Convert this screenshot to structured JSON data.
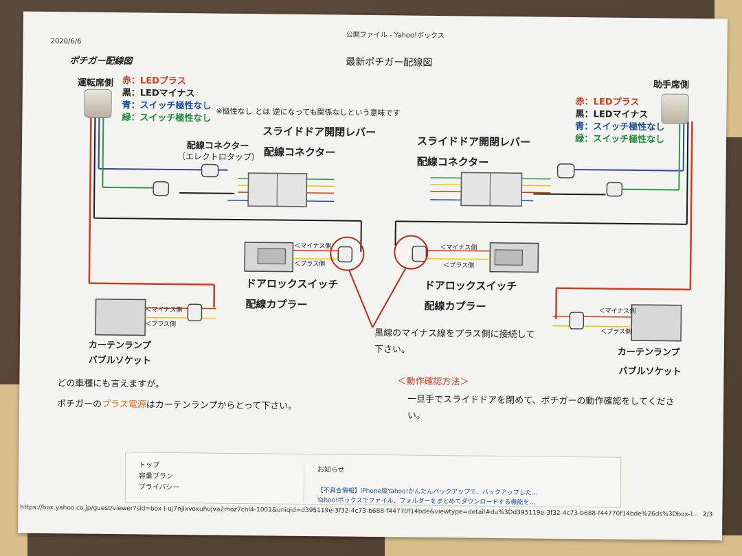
{
  "header": {
    "date": "2020/6/6",
    "page_title": "公開ファイル - Yahoo!ボックス",
    "left_title": "ポチガー配線図",
    "main_title": "最新ポチガー配線図"
  },
  "legend_left": {
    "red": "赤：LEDプラス",
    "black": "黒：LEDマイナス",
    "blue": "青：スイッチ極性なし",
    "green": "緑：スイッチ極性なし"
  },
  "legend_right": {
    "red": "赤：LEDプラス",
    "black": "黒：LEDマイナス",
    "blue": "青：スイッチ極性なし",
    "green": "緑：スイッチ極性なし"
  },
  "note_polarity": "※極性なし とは 逆になっても関係なしという意味です",
  "labels": {
    "driver_side": "運転席側",
    "passenger_side": "助手席側",
    "left_connector_line1": "配線コネクター",
    "left_connector_line2": "（エレクトロタップ）",
    "left_lever_line1": "スライドドア開閉レバー",
    "left_lever_line2": "配線コネクター",
    "right_lever_line1": "スライドドア開閉レバー",
    "right_lever_line2": "配線コネクター",
    "left_lock_line1": "ドアロックスイッチ",
    "left_lock_line2": "配線カプラー",
    "right_lock_line1": "ドアロックスイッチ",
    "right_lock_line2": "配線カプラー",
    "minus_side": "＜マイナス側",
    "plus_side": "＜プラス側",
    "left_lamp_line1": "カーテンランプ",
    "left_lamp_line2": "バブルソケット",
    "right_lamp_line1": "カーテンランプ",
    "right_lamp_line2": "バブルソケット",
    "center_note_line1": "黒線のマイナス線をプラス側に接続して",
    "center_note_line2": "下さい。"
  },
  "notes": {
    "any_vehicle": "どの車種にも言えますが。",
    "plus_source_prefix": "ポチガーの",
    "plus_source_highlight": "プラス電源",
    "plus_source_suffix": "はカーテンランプからとって下さい。",
    "check_heading": "＜動作確認方法＞",
    "check_line1": "一旦手でスライドドアを閉めて、ポチガーの動作確認をしてくださ",
    "check_line2": "い。"
  },
  "footer": {
    "links": [
      "トップ",
      "容量プラン",
      "プライバシー"
    ],
    "news_heading": "お知らせ",
    "news1": "【不具合情報】iPhone版Yahoo!かんたんバックアップで、バックアップした...",
    "news2": "Yahoo!ボックスでファイル、フォルダーをまとめてダウンロードする機能を...",
    "url": "https://box.yahoo.co.jp/guest/viewer?sid=box-l-uj7njlxvoxuhujva2moz7chl4-1001&uniqid=d395119e-3f32-4c73-b688-f44770f14bde&viewtype=detail#du%3Dd395119e-3f32-4c73-b688-f44770f14bde%26ds%3Dbox-l...",
    "page_number": "2/3"
  },
  "colors": {
    "wire_red": "#d23a1a",
    "wire_black": "#1a1a1a",
    "wire_blue": "#2a4aa8",
    "wire_green": "#2a9a44",
    "wire_yellow": "#e8c21c",
    "highlight_circle": "#c4281a"
  }
}
